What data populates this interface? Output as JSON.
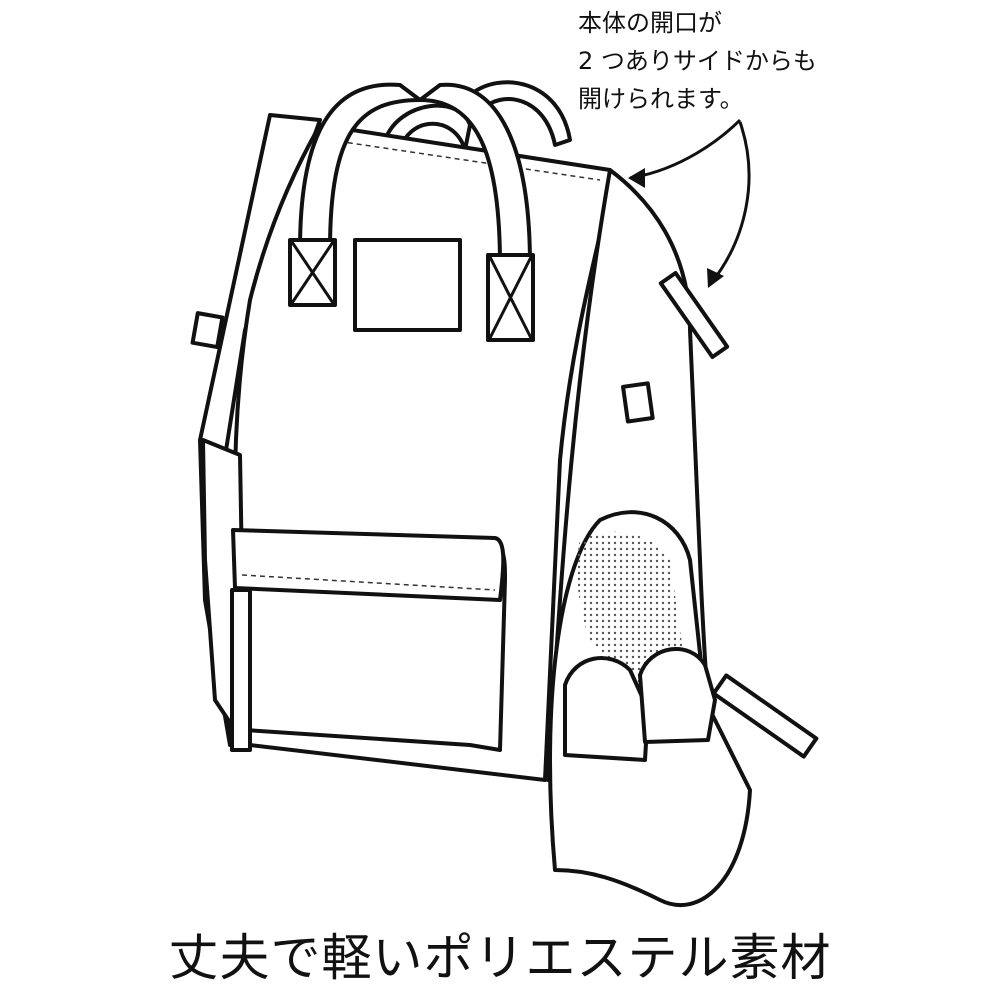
{
  "annotation": {
    "lines": [
      "本体の開口が",
      "2 つありサイドからも",
      "開けられます。"
    ]
  },
  "caption": "丈夫で軽いポリエステル素材"
}
